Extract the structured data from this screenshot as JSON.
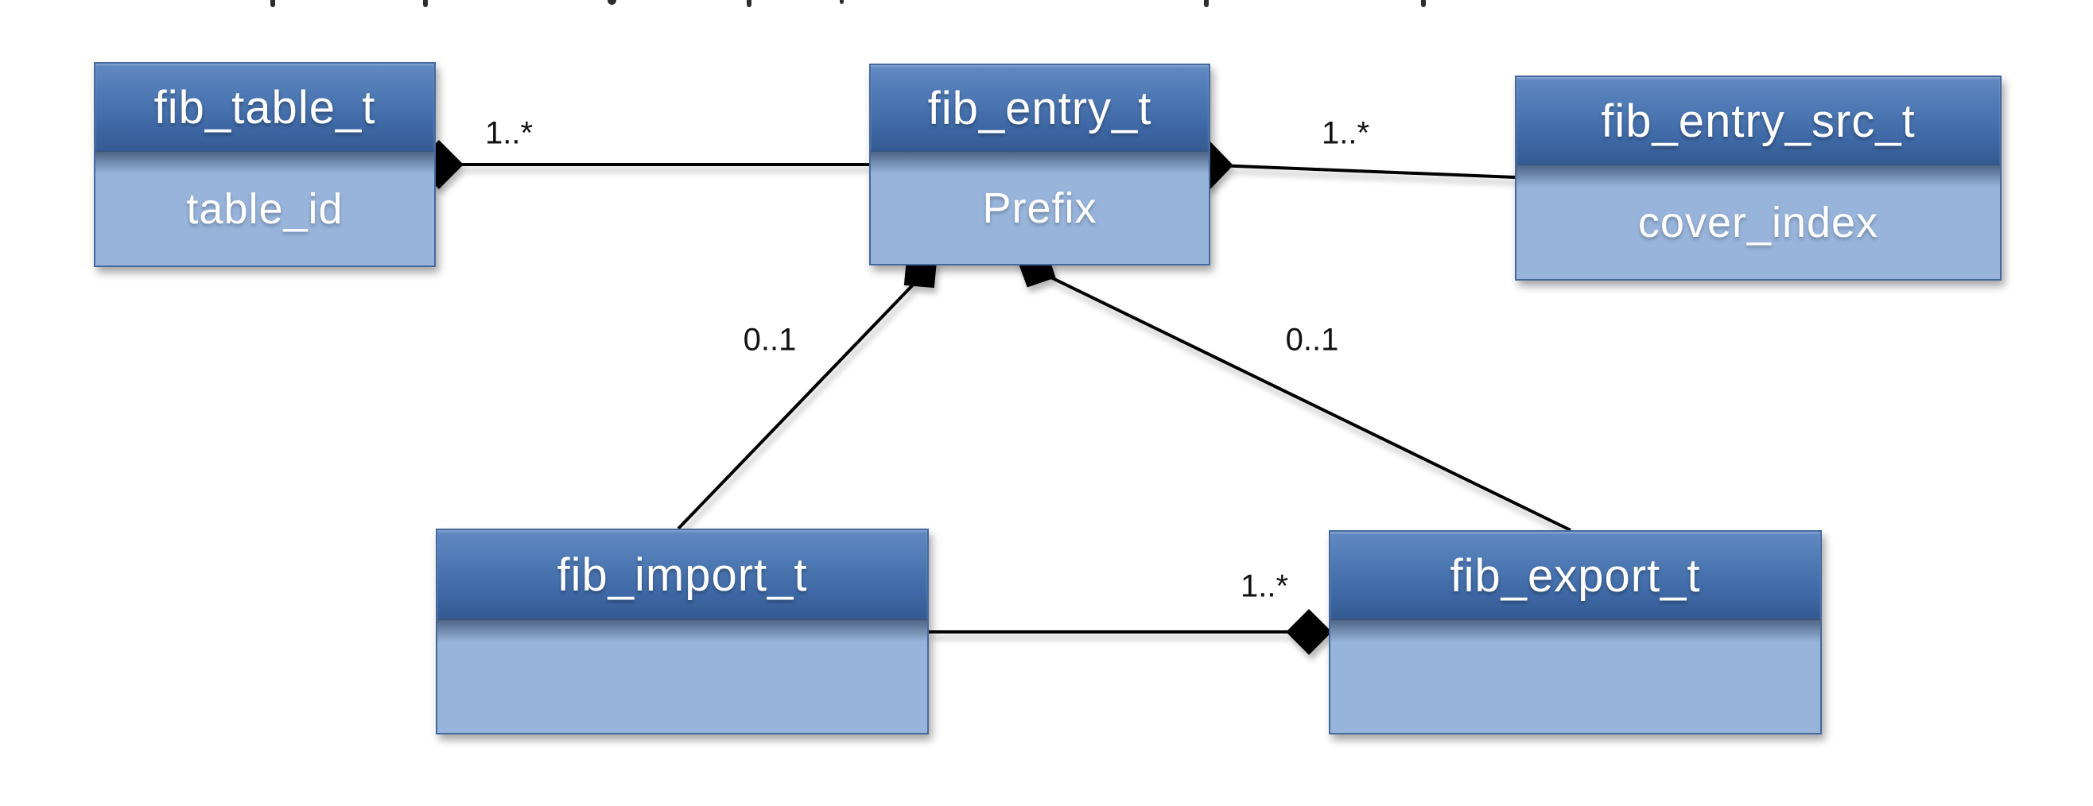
{
  "diagram": {
    "type": "uml-class-diagram",
    "classes": [
      {
        "id": "fib_table_t",
        "title": "fib_table_t",
        "attributes": [
          "table_id"
        ]
      },
      {
        "id": "fib_entry_t",
        "title": "fib_entry_t",
        "attributes": [
          "Prefix"
        ]
      },
      {
        "id": "fib_entry_src_t",
        "title": "fib_entry_src_t",
        "attributes": [
          "cover_index"
        ]
      },
      {
        "id": "fib_import_t",
        "title": "fib_import_t",
        "attributes": []
      },
      {
        "id": "fib_export_t",
        "title": "fib_export_t",
        "attributes": []
      }
    ],
    "relations": [
      {
        "from": "fib_table_t",
        "to": "fib_entry_t",
        "type": "composition",
        "diamond_at": "fib_table_t",
        "multiplicity": "1..*"
      },
      {
        "from": "fib_entry_t",
        "to": "fib_entry_src_t",
        "type": "composition",
        "diamond_at": "fib_entry_t",
        "multiplicity": "1..*"
      },
      {
        "from": "fib_entry_t",
        "to": "fib_import_t",
        "type": "composition",
        "diamond_at": "fib_entry_t",
        "multiplicity": "0..1"
      },
      {
        "from": "fib_entry_t",
        "to": "fib_export_t",
        "type": "composition",
        "diamond_at": "fib_entry_t",
        "multiplicity": "0..1"
      },
      {
        "from": "fib_import_t",
        "to": "fib_export_t",
        "type": "composition",
        "diamond_at": "fib_export_t",
        "multiplicity": "1..*"
      }
    ],
    "colors": {
      "header_gradient_top": "#6189c2",
      "header_gradient_bottom": "#345a90",
      "body_fill": "#98b4db",
      "box_border": "#44699f",
      "line_color": "#000000",
      "label_color": "#111111",
      "text_color": "#ffffff",
      "background": "#ffffff"
    }
  }
}
